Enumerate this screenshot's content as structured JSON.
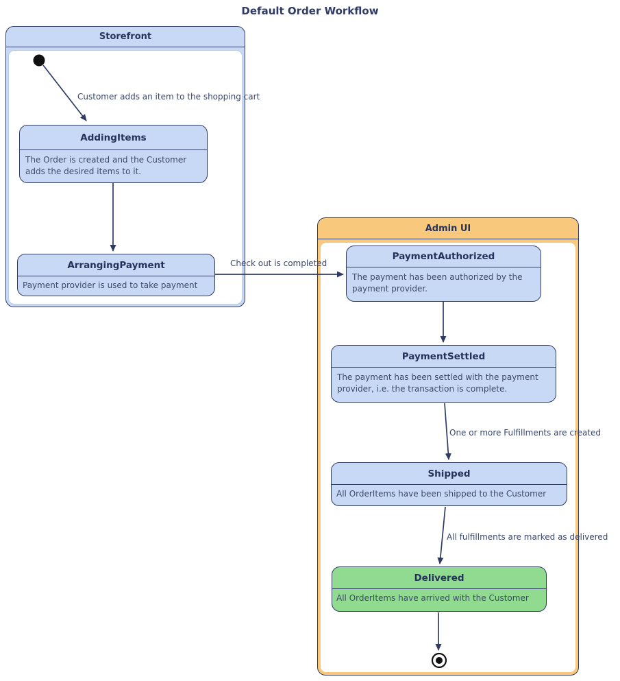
{
  "title": "Default Order Workflow",
  "groups": {
    "storefront": {
      "label": "Storefront"
    },
    "admin": {
      "label": "Admin UI"
    }
  },
  "states": {
    "adding_items": {
      "name": "AddingItems",
      "description": "The Order is created and the Customer adds the desired items to it."
    },
    "arranging_payment": {
      "name": "ArrangingPayment",
      "description": "Payment provider is used to take payment"
    },
    "payment_authorized": {
      "name": "PaymentAuthorized",
      "description": "The payment has been authorized by the payment provider."
    },
    "payment_settled": {
      "name": "PaymentSettled",
      "description": "The payment has been settled with the payment provider, i.e. the transaction is complete."
    },
    "shipped": {
      "name": "Shipped",
      "description": "All OrderItems have been shipped to the Customer"
    },
    "delivered": {
      "name": "Delivered",
      "description": "All OrderItems have arrived with the Customer"
    }
  },
  "transitions": {
    "add_item": "Customer adds an item to the shopping cart",
    "checkout": "Check out is completed",
    "fulfillments_created": "One or more Fulfillments are created",
    "marked_delivered": "All fulfillments are marked as delivered"
  },
  "markers": {
    "initial_state": "initial-state-dot",
    "final_state": "final-state-target"
  },
  "colors": {
    "outline": "#2F3B64",
    "state_fill": "#C8D9F6",
    "storefront_header": "#C8D9F6",
    "admin_header": "#F8C87C",
    "delivered_fill": "#90DB90",
    "body_text": "#3D4A6B"
  }
}
